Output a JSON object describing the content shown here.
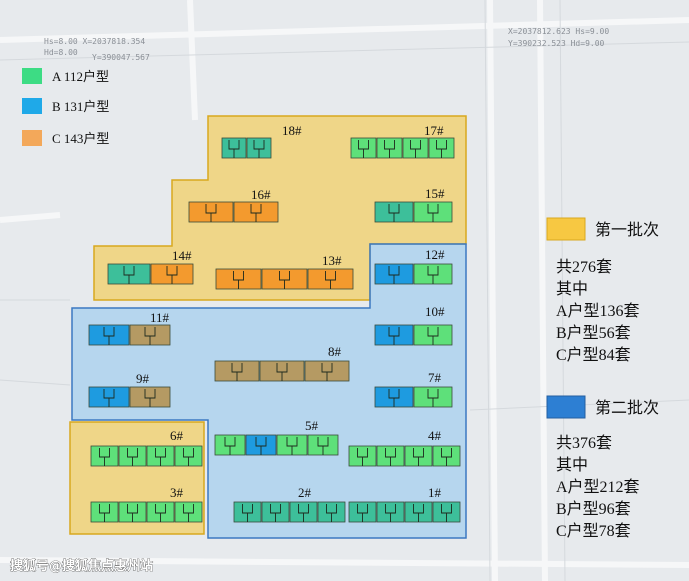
{
  "legend": [
    {
      "label": "A 112户型",
      "color": "#3ddc84"
    },
    {
      "label": "B 131户型",
      "color": "#1fa9e8"
    },
    {
      "label": "C 143户型",
      "color": "#f3a85a"
    }
  ],
  "phases": [
    {
      "label": "第一批次",
      "color": "#f7c842",
      "total": "共276套",
      "sub_heading": "其中",
      "breakdown": [
        "A户型136套",
        "B户型56套",
        "C户型84套"
      ]
    },
    {
      "label": "第二批次",
      "color": "#2d7fd3",
      "total": "共376套",
      "sub_heading": "其中",
      "breakdown": [
        "A户型212套",
        "B户型96套",
        "C户型78套"
      ]
    }
  ],
  "buildings": [
    {
      "label": "18#",
      "units": [
        "teal",
        "teal"
      ]
    },
    {
      "label": "17#",
      "units": [
        "green",
        "green",
        "green",
        "green"
      ]
    },
    {
      "label": "16#",
      "units": [
        "orange",
        "orange"
      ]
    },
    {
      "label": "15#",
      "units": [
        "teal",
        "green"
      ]
    },
    {
      "label": "14#",
      "units": [
        "teal",
        "orange"
      ]
    },
    {
      "label": "13#",
      "units": [
        "orange",
        "orange",
        "orange"
      ]
    },
    {
      "label": "12#",
      "units": [
        "blue",
        "green"
      ]
    },
    {
      "label": "11#",
      "units": [
        "blue",
        "brown"
      ]
    },
    {
      "label": "10#",
      "units": [
        "blue",
        "green"
      ]
    },
    {
      "label": "9#",
      "units": [
        "blue",
        "brown"
      ]
    },
    {
      "label": "8#",
      "units": [
        "brown",
        "brown",
        "brown"
      ]
    },
    {
      "label": "7#",
      "units": [
        "blue",
        "green"
      ]
    },
    {
      "label": "6#",
      "units": [
        "green",
        "green",
        "green",
        "green"
      ]
    },
    {
      "label": "5#",
      "units": [
        "green",
        "blue",
        "green",
        "green"
      ]
    },
    {
      "label": "4#",
      "units": [
        "green",
        "green",
        "green",
        "green"
      ]
    },
    {
      "label": "3#",
      "units": [
        "green",
        "green",
        "green",
        "green"
      ]
    },
    {
      "label": "2#",
      "units": [
        "teal",
        "teal",
        "teal",
        "teal"
      ]
    },
    {
      "label": "1#",
      "units": [
        "teal",
        "teal",
        "teal",
        "teal"
      ]
    }
  ],
  "unit_colors": {
    "green": "#5ee07a",
    "teal": "#3dbf9a",
    "blue": "#1e9be0",
    "orange": "#f39a2e",
    "brown": "#b59a63"
  },
  "coords": [
    "Hs=8.00  X=2037818.354",
    "Hd=8.00",
    "Y=390047.567",
    "X=2037812.623 Hs=9.00",
    "Y=390232.523 Hd=9.00"
  ],
  "watermark": "搜狐号@搜狐焦点惠州站"
}
